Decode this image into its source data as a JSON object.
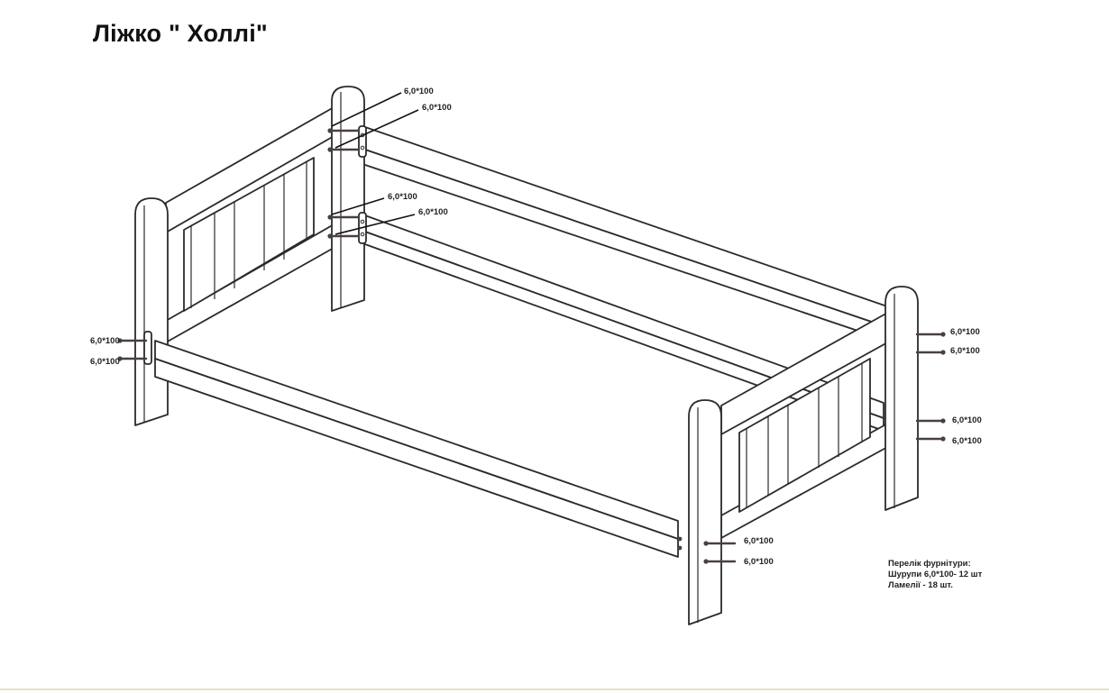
{
  "title": "Ліжко \" Холлі\"",
  "callouts": {
    "headboard_top_upper": "6,0*100",
    "headboard_top_lower": "6,0*100",
    "headboard_mid_upper": "6,0*100",
    "headboard_mid_lower": "6,0*100",
    "left_post_upper": "6,0*100",
    "left_post_lower": "6,0*100",
    "foot_right_1": "6,0*100",
    "foot_right_2": "6,0*100",
    "foot_right_3": "6,0*100",
    "foot_right_4": "6,0*100",
    "foot_front_upper": "6,0*100",
    "foot_front_lower": "6,0*100"
  },
  "hardware": {
    "heading": "Перелік фурнітури:",
    "screws": "Шурупи 6,0*100- 12 шт",
    "slats": "Ламелії - 18 шт."
  }
}
